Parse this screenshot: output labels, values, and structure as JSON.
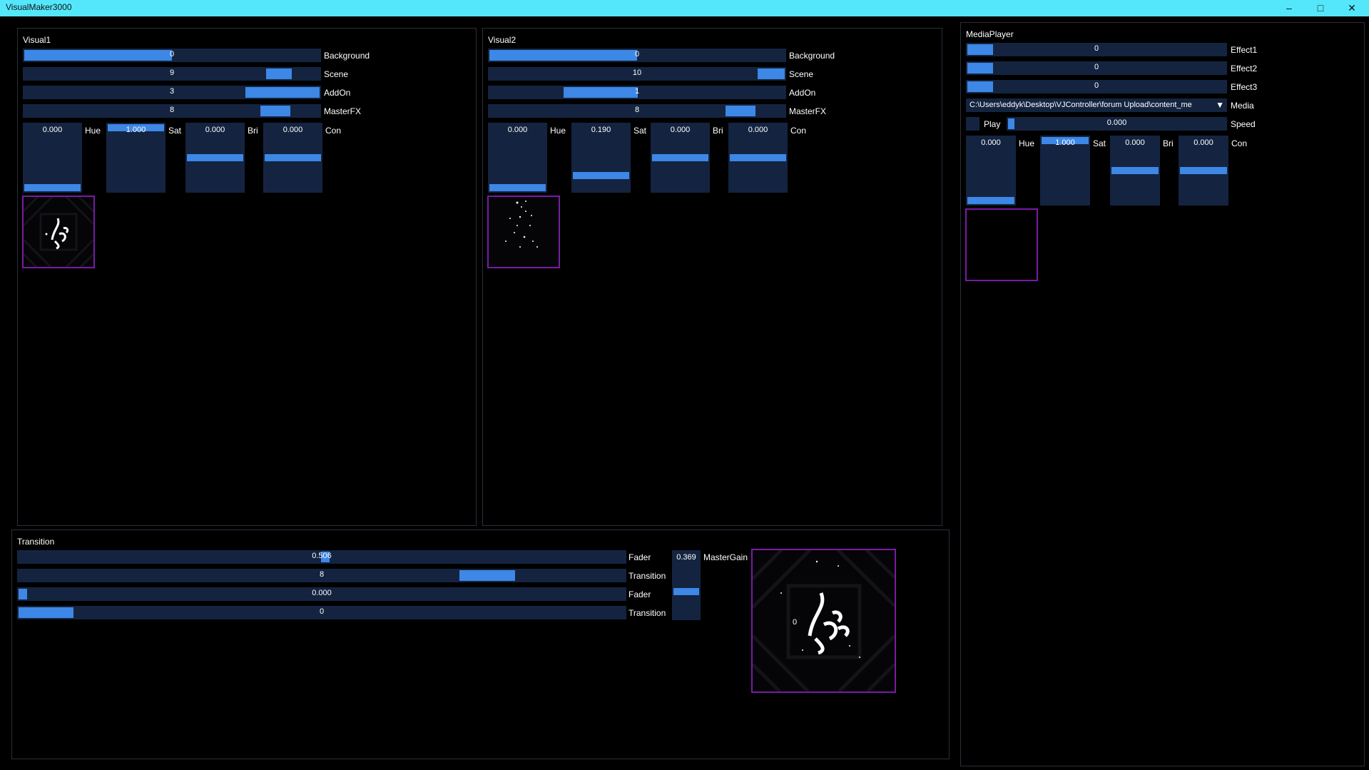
{
  "window": {
    "title": "VisualMaker3000"
  },
  "visual1": {
    "title": "Visual1",
    "sliders": [
      {
        "label": "Background",
        "value": "0",
        "fill": 0.5
      },
      {
        "label": "Scene",
        "value": "9",
        "fill": 0.9
      },
      {
        "label": "AddOn",
        "value": "3",
        "fill": 0.75
      },
      {
        "label": "MasterFX",
        "value": "8",
        "fill": 0.85
      }
    ],
    "color": [
      {
        "label": "Hue",
        "value": "0.000"
      },
      {
        "label": "Sat",
        "value": "1.000"
      },
      {
        "label": "Bri",
        "value": "0.000"
      },
      {
        "label": "Con",
        "value": "0.000"
      }
    ]
  },
  "visual2": {
    "title": "Visual2",
    "sliders": [
      {
        "label": "Background",
        "value": "0",
        "fill": 0.5
      },
      {
        "label": "Scene",
        "value": "10",
        "fill": 0.95
      },
      {
        "label": "AddOn",
        "value": "1",
        "fill": 0.42
      },
      {
        "label": "MasterFX",
        "value": "8",
        "fill": 0.85
      }
    ],
    "color": [
      {
        "label": "Hue",
        "value": "0.000"
      },
      {
        "label": "Sat",
        "value": "0.190"
      },
      {
        "label": "Bri",
        "value": "0.000"
      },
      {
        "label": "Con",
        "value": "0.000"
      }
    ]
  },
  "mediaplayer": {
    "title": "MediaPlayer",
    "effects": [
      {
        "label": "Effect1",
        "value": "0"
      },
      {
        "label": "Effect2",
        "value": "0"
      },
      {
        "label": "Effect3",
        "value": "0"
      }
    ],
    "media": {
      "path": "C:\\Users\\eddyk\\Desktop\\VJController\\forum Upload\\content_me",
      "label": "Media"
    },
    "play": {
      "label": "Play"
    },
    "speed": {
      "label": "Speed",
      "value": "0.000"
    },
    "color": [
      {
        "label": "Hue",
        "value": "0.000"
      },
      {
        "label": "Sat",
        "value": "1.000"
      },
      {
        "label": "Bri",
        "value": "0.000"
      },
      {
        "label": "Con",
        "value": "0.000"
      }
    ]
  },
  "transition": {
    "title": "Transition",
    "rows": [
      {
        "label": "Fader",
        "value": "0.506"
      },
      {
        "label": "Transition",
        "value": "8"
      },
      {
        "label": "Fader",
        "value": "0.000"
      },
      {
        "label": "Transition",
        "value": "0"
      }
    ],
    "mastergain": {
      "label": "MasterGain",
      "value": "0.369"
    },
    "preview_value": "0"
  }
}
